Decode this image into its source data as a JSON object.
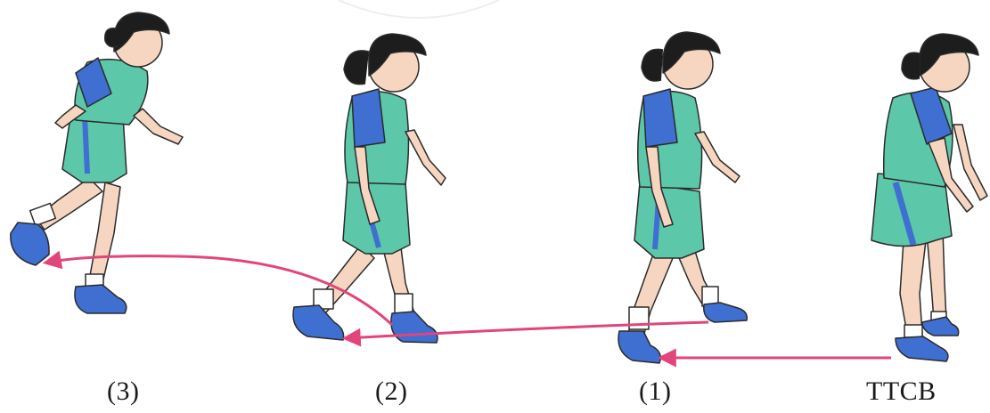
{
  "captions": {
    "step3": "(3)",
    "step2": "(2)",
    "step1": "(1)",
    "start": "TTCB"
  },
  "figures": [
    {
      "name": "figure-step-3",
      "pose": "leg-back-kick"
    },
    {
      "name": "figure-step-2",
      "pose": "walking-step"
    },
    {
      "name": "figure-step-1",
      "pose": "walking-step"
    },
    {
      "name": "figure-ttcb",
      "pose": "ready-stance"
    }
  ],
  "colors": {
    "shirt": "#5cc7a9",
    "sleeve": "#3e6fd1",
    "shorts": "#5cc7a9",
    "shorts_stripe": "#3e6fd1",
    "shoe": "#3e6fd1",
    "skin": "#f7d6c1",
    "hair": "#1d1d1d",
    "arrow": "#e2457a",
    "outline": "#2b2b2b"
  }
}
